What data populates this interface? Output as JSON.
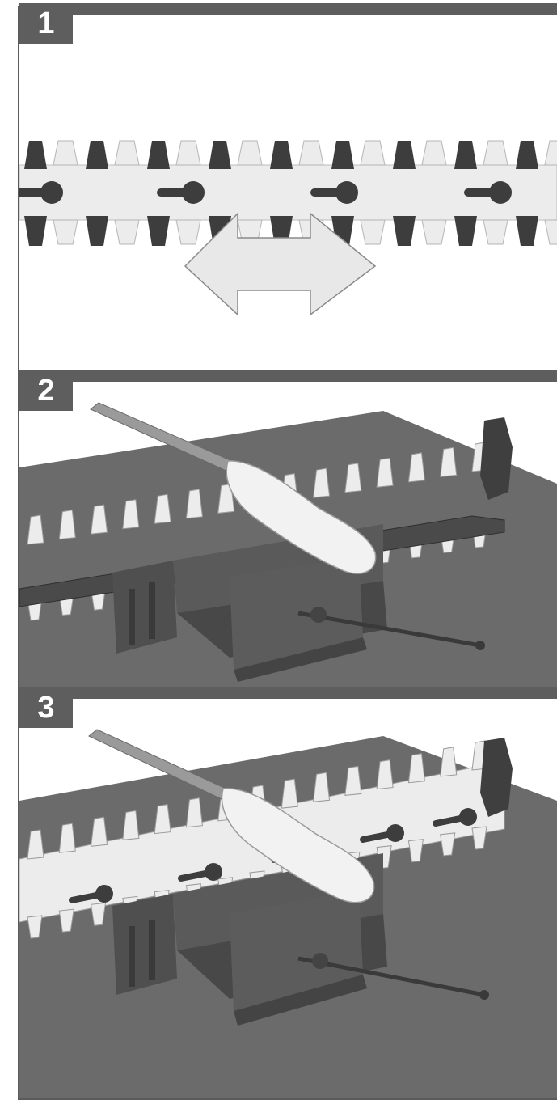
{
  "steps": [
    {
      "number": "1"
    },
    {
      "number": "2"
    },
    {
      "number": "3"
    }
  ],
  "colors": {
    "panel_bar": "#5e5e5e",
    "badge_text": "#ffffff",
    "blade_dark": "#3d3d3d",
    "blade_light": "#ececec",
    "workbench": "#6b6b6b",
    "vise": "#555555",
    "file_handle": "#f2f2f2",
    "arrow_fill": "#e8e8e8"
  },
  "icons": {
    "arrow": "double-arrow-left-right-icon",
    "file": "metal-file-icon",
    "vise": "bench-vise-icon"
  }
}
